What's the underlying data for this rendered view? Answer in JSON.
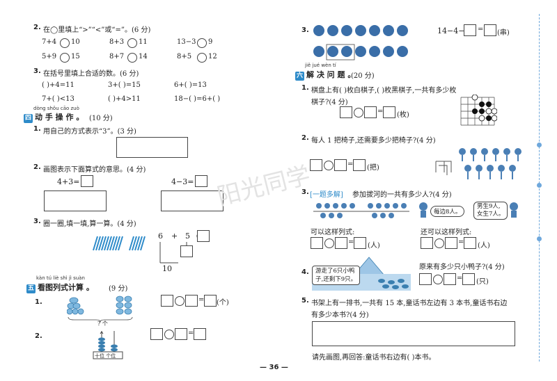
{
  "left": {
    "q2": {
      "num": "2.",
      "text": "在◯里填上“>”“<”或“=”。(6 分)",
      "items": [
        [
          "7+4",
          "10"
        ],
        [
          "8+3",
          "11"
        ],
        [
          "13−3",
          "9"
        ],
        [
          "5+9",
          "15"
        ],
        [
          "8+7",
          "14"
        ],
        [
          "8+5",
          "12"
        ]
      ]
    },
    "q3": {
      "num": "3.",
      "text": "在括号里填上合适的数。(6 分)",
      "rows": [
        [
          "(    )+4=11",
          "3+(    )=15",
          "6+(    )=13"
        ],
        [
          "7+(    )<13",
          "(    )+4>11",
          "18−(    )=6+(    )"
        ]
      ]
    },
    "sec4": {
      "pinyin": "dòng shǒu cāo zuò",
      "num": "四",
      "title": "动 手 操 作 。",
      "score": "(10 分)"
    },
    "s4q1": {
      "num": "1.",
      "text": "用自己的方式表示“3”。(3 分)"
    },
    "s4q2": {
      "num": "2.",
      "text": "画图表示下面算式的意思。(4 分)",
      "eq1": "4+3=",
      "eq2": "4−3="
    },
    "s4q3": {
      "num": "3.",
      "text": "圈一圈,填一填,算一算。(4 分)",
      "six": "6",
      "plus": "+",
      "five": "5",
      "eq": "=",
      "ten": "10"
    },
    "sec5": {
      "pinyin": "kàn tú liè shì jì suàn",
      "num": "五",
      "title": "看图列式计算 。",
      "score": "(9 分)"
    },
    "s5q1": {
      "num": "1.",
      "unit": "(个)",
      "question": "? 个"
    },
    "s5q2": {
      "num": "2.",
      "abacus": "十位 个位"
    }
  },
  "right": {
    "q3": {
      "num": "3.",
      "expr": "14−4−",
      "unit": "(串)"
    },
    "sec6": {
      "pinyin": "jiě jué wèn tí",
      "num": "六",
      "title": "解 决 问 题 。",
      "score": "(20 分)"
    },
    "s6q1": {
      "num": "1.",
      "text1": "棋盘上有(      )枚白棋子,(      )枚黑棋子,一共有多少枚",
      "text2": "棋子?(4 分)",
      "unit": "(枚)"
    },
    "s6q2": {
      "num": "2.",
      "text": "每人 1 把椅子,还需要多少把椅子?(4 分)",
      "unit": "(把)"
    },
    "s6q3": {
      "num": "3.",
      "tag": "一题多解",
      "text": "参加拔河的一共有多少人?(4 分)",
      "bubble1": "每边8人。",
      "bubble2a": "男生9人,",
      "bubble2b": "女生7人。",
      "way1": "可以这样列式:",
      "way2": "还可以这样列式:",
      "unit": "(人)"
    },
    "s6q4": {
      "num": "4.",
      "bubble1": "游走了6只小鸭",
      "bubble2": "子,还剩下9只。",
      "text": "原来有多少只小鸭子?(4 分)",
      "unit": "(只)"
    },
    "s6q5": {
      "num": "5.",
      "text1": "书架上有一排书,一共有 15 本,童话书左边有 3 本书,童话书右边",
      "text2": "有多少本书?(4 分)",
      "answer": "请先画图,再回答:童话书右边有(      )本书。"
    },
    "watermark": "阳光同学"
  },
  "page_number": "36",
  "colors": {
    "accent": "#2e8bc9",
    "line": "#444444"
  }
}
